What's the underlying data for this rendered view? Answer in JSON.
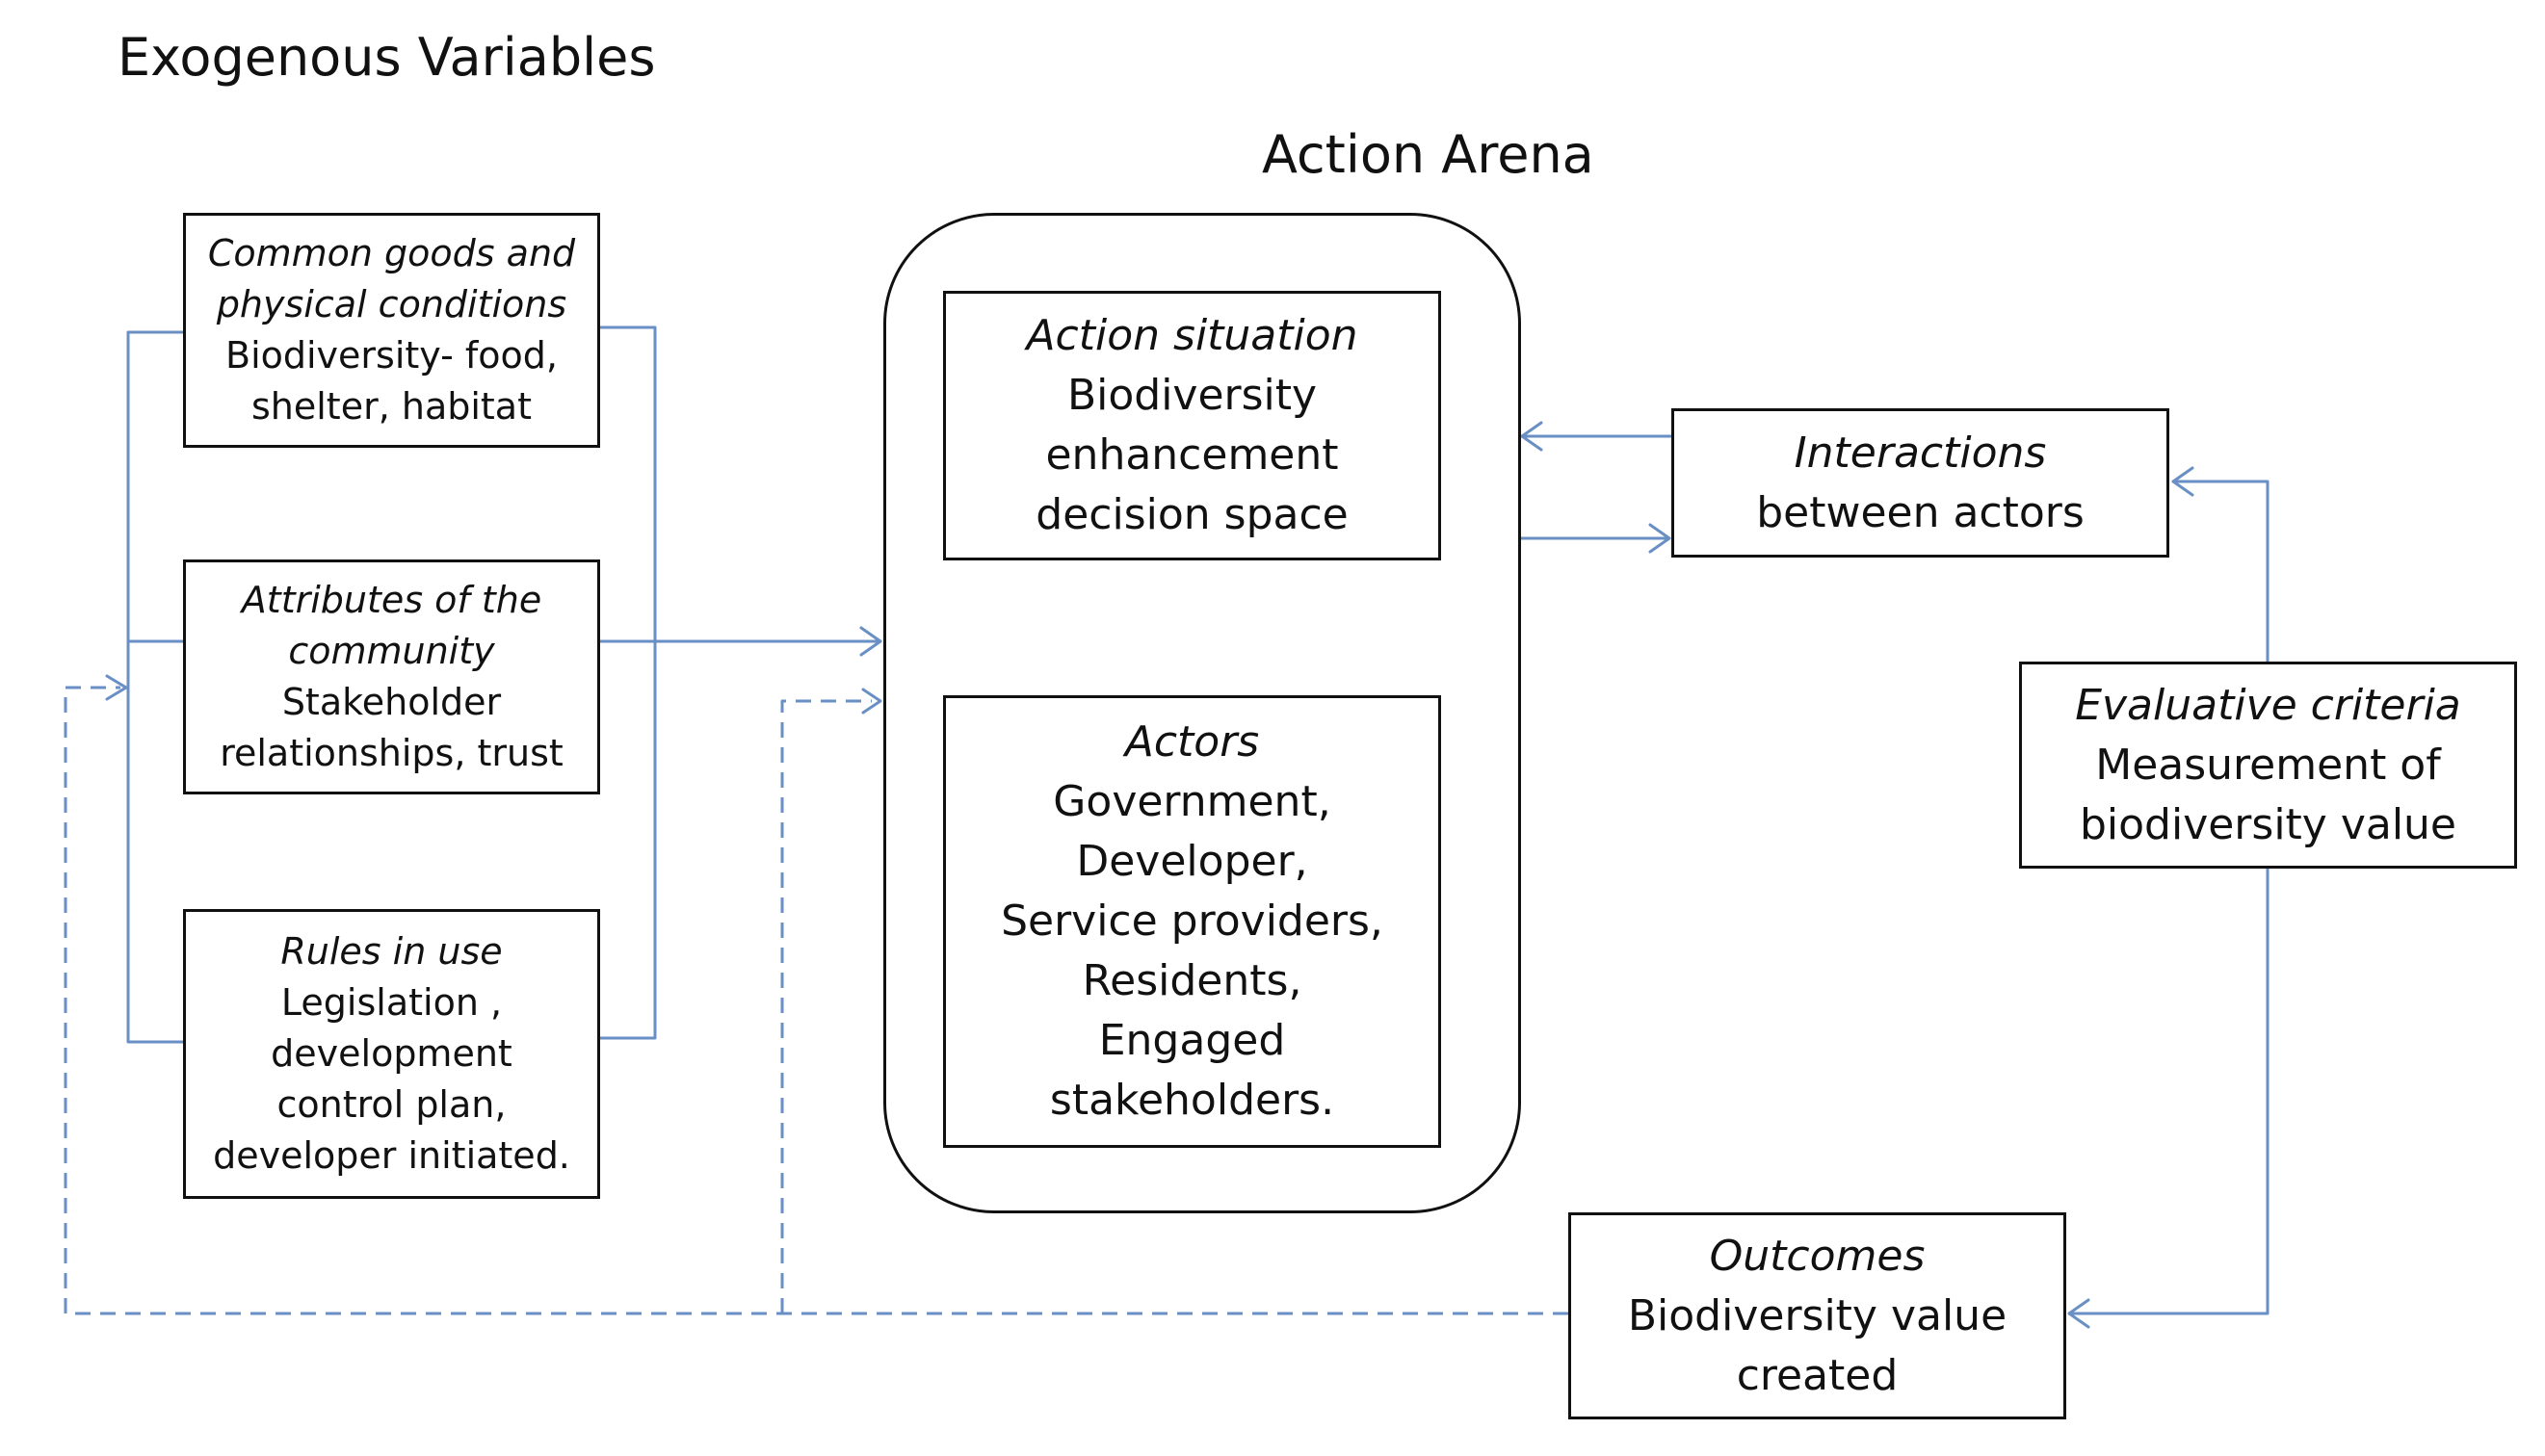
{
  "titles": {
    "exogenous": "Exogenous Variables",
    "arena": "Action Arena"
  },
  "boxes": {
    "common_goods": {
      "heading": "Common goods and\nphysical conditions",
      "body": "Biodiversity- food,\nshelter, habitat"
    },
    "community": {
      "heading": "Attributes of the\ncommunity",
      "body": "Stakeholder\nrelationships, trust"
    },
    "rules": {
      "heading": "Rules in use",
      "body": "Legislation ,\ndevelopment\ncontrol plan,\ndeveloper initiated."
    },
    "action_situation": {
      "heading": "Action situation",
      "body": "Biodiversity\nenhancement\ndecision space"
    },
    "actors": {
      "heading": "Actors",
      "body": "Government,\nDeveloper,\nService providers,\nResidents,\nEngaged\nstakeholders."
    },
    "interactions": {
      "heading": "Interactions",
      "body": "between actors"
    },
    "evaluative": {
      "heading": "Evaluative criteria",
      "body": "Measurement of\nbiodiversity value"
    },
    "outcomes": {
      "heading": "Outcomes",
      "body": "Biodiversity value\ncreated"
    }
  },
  "colors": {
    "connector": "#6a8fc4",
    "border": "#111111",
    "text": "#111111",
    "background": "#ffffff"
  }
}
